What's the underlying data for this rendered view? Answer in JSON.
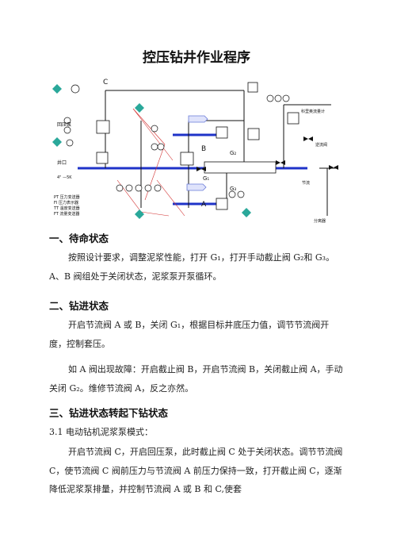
{
  "doc": {
    "title": "控压钻井作业程序",
    "sections": [
      {
        "heading": "一、待命状态",
        "paras": [
          "按照设计要求，调整泥浆性能，打开 G₁，打开手动截止阀 G₂和 G₃。A、B 阀组处于关闭状态，泥浆泵开泵循环。"
        ]
      },
      {
        "heading": "二、钻进状态",
        "paras": [
          "开启节流阀 A 或 B，关闭 G₁，根据目标井底压力值，调节节流阀开度，控制套压。",
          "如 A 阀出现故障：开启截止阀 B，开启节流阀 B，关闭截止阀 A，手动关闭 G₂。维修节流阀 A，反之亦然。"
        ]
      },
      {
        "heading": "三、钻进状态转起下钻状态",
        "paras": [
          "3.1 电动钻机泥浆泵模式：",
          "开启节流阀 C，开启回压泵，此时截止阀 C 处于关闭状态。调节节流阀 C，使节流阀 C 阀前压力与节流阀 A 前压力保持一致，打开截止阀 C，逐渐降低泥浆泵排量，并控制节流阀 A 或 B 和 C,使套"
        ]
      }
    ]
  },
  "diagram": {
    "label_C": "C",
    "label_B": "B",
    "label_A": "A",
    "label_G1": "G₁",
    "label_G2": "G₂",
    "label_G3": "G₃",
    "label_backpump": "回压泵",
    "label_well": "井口",
    "label_size": "4\" —5K",
    "label_flowmeter": "科里奥流量计",
    "label_check": "逆流阀",
    "label_throttle": "节流",
    "label_separator": "分离器",
    "legend": [
      "PT 压力变送器",
      "FI 压力表示器",
      "TT 温度变送器",
      "FT 流量变送器"
    ],
    "colors": {
      "pipe_blue": "#1f33c8",
      "gauge_teal": "#2aa89a",
      "wire_red": "#d23030",
      "hmi": "#6a7bd8"
    }
  }
}
